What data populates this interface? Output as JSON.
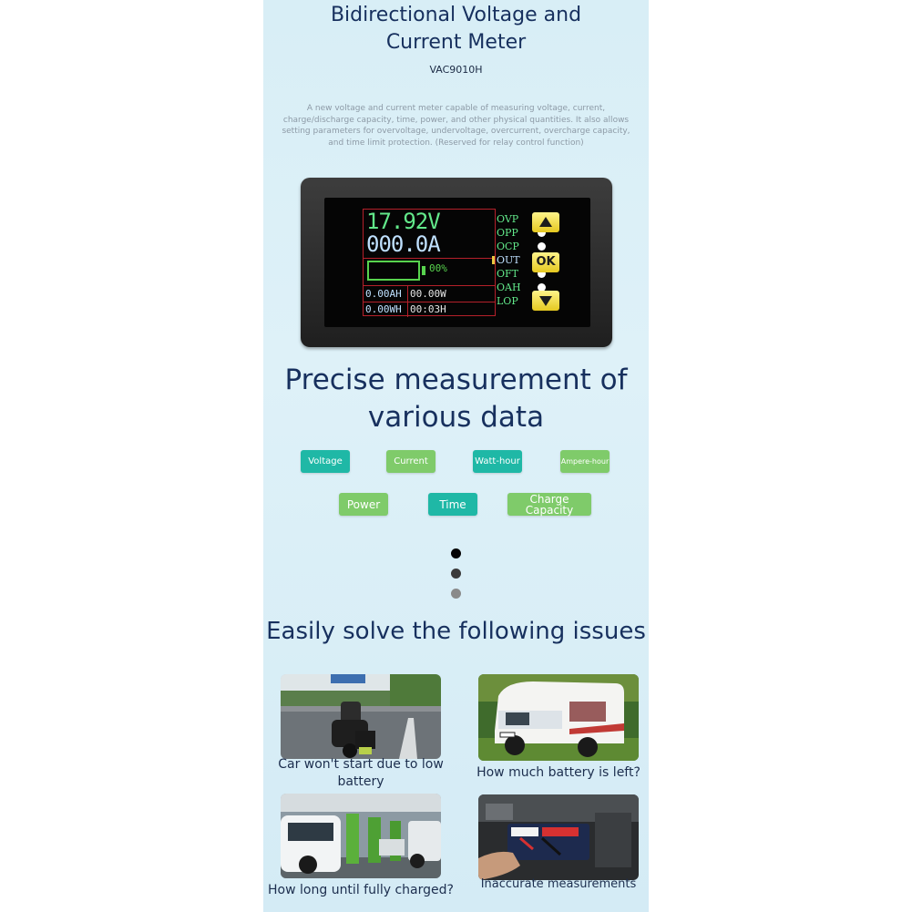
{
  "header": {
    "title_line1": "Bidirectional Voltage and",
    "title_line2": "Current Meter",
    "model": "VAC9010H",
    "description": "A new voltage and current meter capable of measuring voltage, current, charge/discharge capacity, time, power, and other physical quantities. It also allows setting parameters for overvoltage, undervoltage, overcurrent, overcharge capacity, and time limit protection. (Reserved for relay control function)"
  },
  "meter": {
    "voltage": "17.92V",
    "current": "000.0A",
    "battery_percent": "00%",
    "amp_hours": "0.00AH",
    "watts": "00.00W",
    "watt_hours": "0.00WH",
    "time": "00:03H",
    "status": [
      "OVP",
      "OPP",
      "OCP",
      "OUT",
      "OFT",
      "OAH",
      "LOP"
    ],
    "buttons": {
      "up": "up",
      "ok": "OK",
      "down": "down"
    },
    "colors": {
      "voltage": "#62e88a",
      "current": "#bfe0ff",
      "border": "#b5202a",
      "button": "#f3dc3a"
    }
  },
  "section1": {
    "heading_line1": "Precise measurement of",
    "heading_line2": "various data",
    "tags": [
      "Voltage",
      "Current",
      "Watt-hour",
      "Ampere-hour",
      "Power",
      "Time",
      "Charge Capacity"
    ]
  },
  "pagination": {
    "dots": 3,
    "active": 1
  },
  "section2": {
    "heading": "Easily solve the following issues",
    "cards": [
      {
        "caption": "Car won't start due to low battery"
      },
      {
        "caption": "How much battery is left?"
      },
      {
        "caption": "How long until fully charged?"
      },
      {
        "caption": "Inaccurate measurements"
      }
    ]
  },
  "colors": {
    "background": "#dbeff7",
    "heading": "#17305e",
    "tag_teal": "#1fb8a6",
    "tag_green": "#7fcb6a"
  }
}
